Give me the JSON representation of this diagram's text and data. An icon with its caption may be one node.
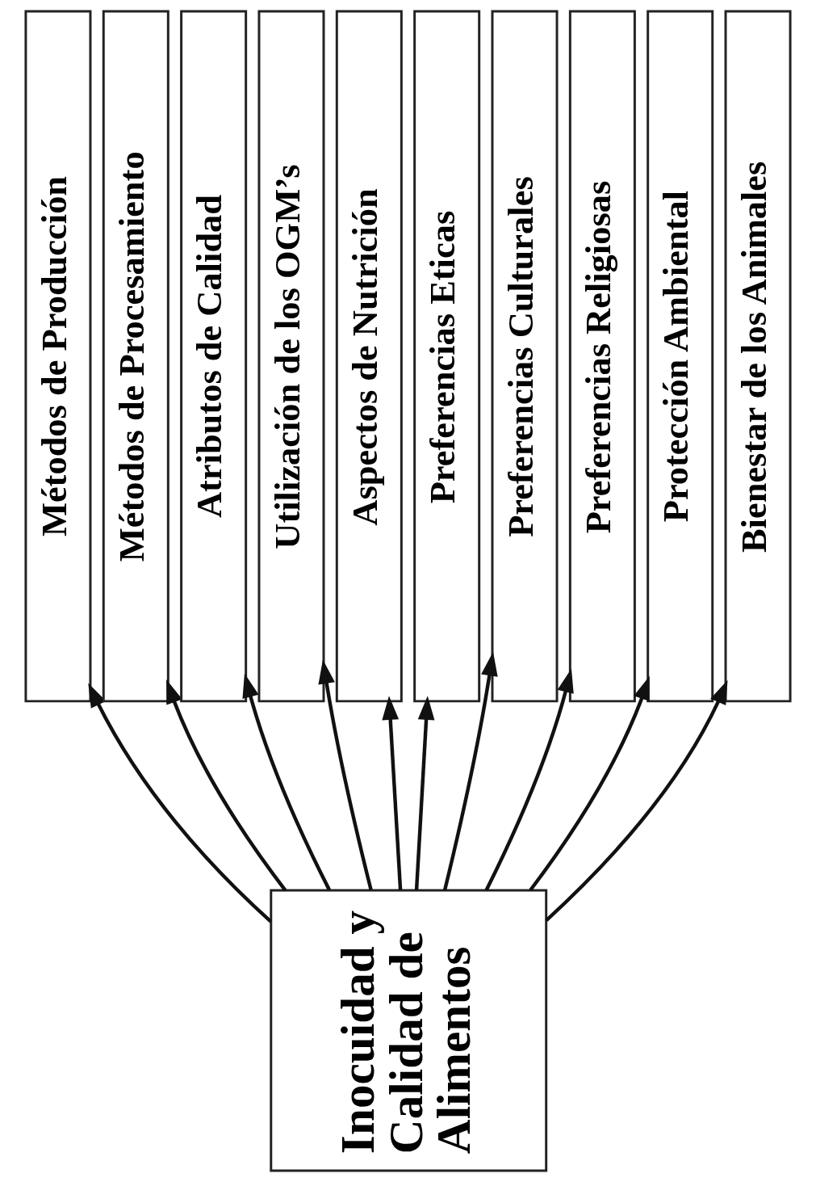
{
  "diagram": {
    "nodes": [
      {
        "text": [
          "Inocuidad y Calidad de Alimentos"
        ]
      },
      {
        "text": [
          "Métodos de Producción"
        ]
      },
      {
        "text": [
          "Métodos de Procesamiento"
        ]
      },
      {
        "text": [
          "Atributos de Calidad"
        ]
      },
      {
        "text": [
          "Utilización de los OGM’s"
        ]
      },
      {
        "text": [
          "Aspectos de Nutrición"
        ]
      },
      {
        "text": [
          "Preferencias Eticas"
        ]
      },
      {
        "text": [
          "Preferencias Culturales"
        ]
      },
      {
        "text": [
          "Preferencias Religiosas"
        ]
      },
      {
        "text": [
          "Protección Ambiental"
        ]
      },
      {
        "text": [
          "Bienestar de los Animales"
        ]
      }
    ],
    "edges": [
      {
        "from": 0,
        "to": 1,
        "arrow": "to"
      },
      {
        "from": 0,
        "to": 2,
        "arrow": "to"
      },
      {
        "from": 0,
        "to": 3,
        "arrow": "to"
      },
      {
        "from": 0,
        "to": 4,
        "arrow": "to"
      },
      {
        "from": 0,
        "to": 5,
        "arrow": "to"
      },
      {
        "from": 0,
        "to": 6,
        "arrow": "to"
      },
      {
        "from": 0,
        "to": 7,
        "arrow": "to"
      },
      {
        "from": 0,
        "to": 8,
        "arrow": "to"
      },
      {
        "from": 0,
        "to": 9,
        "arrow": "to"
      },
      {
        "from": 0,
        "to": 10,
        "arrow": "to"
      }
    ]
  }
}
